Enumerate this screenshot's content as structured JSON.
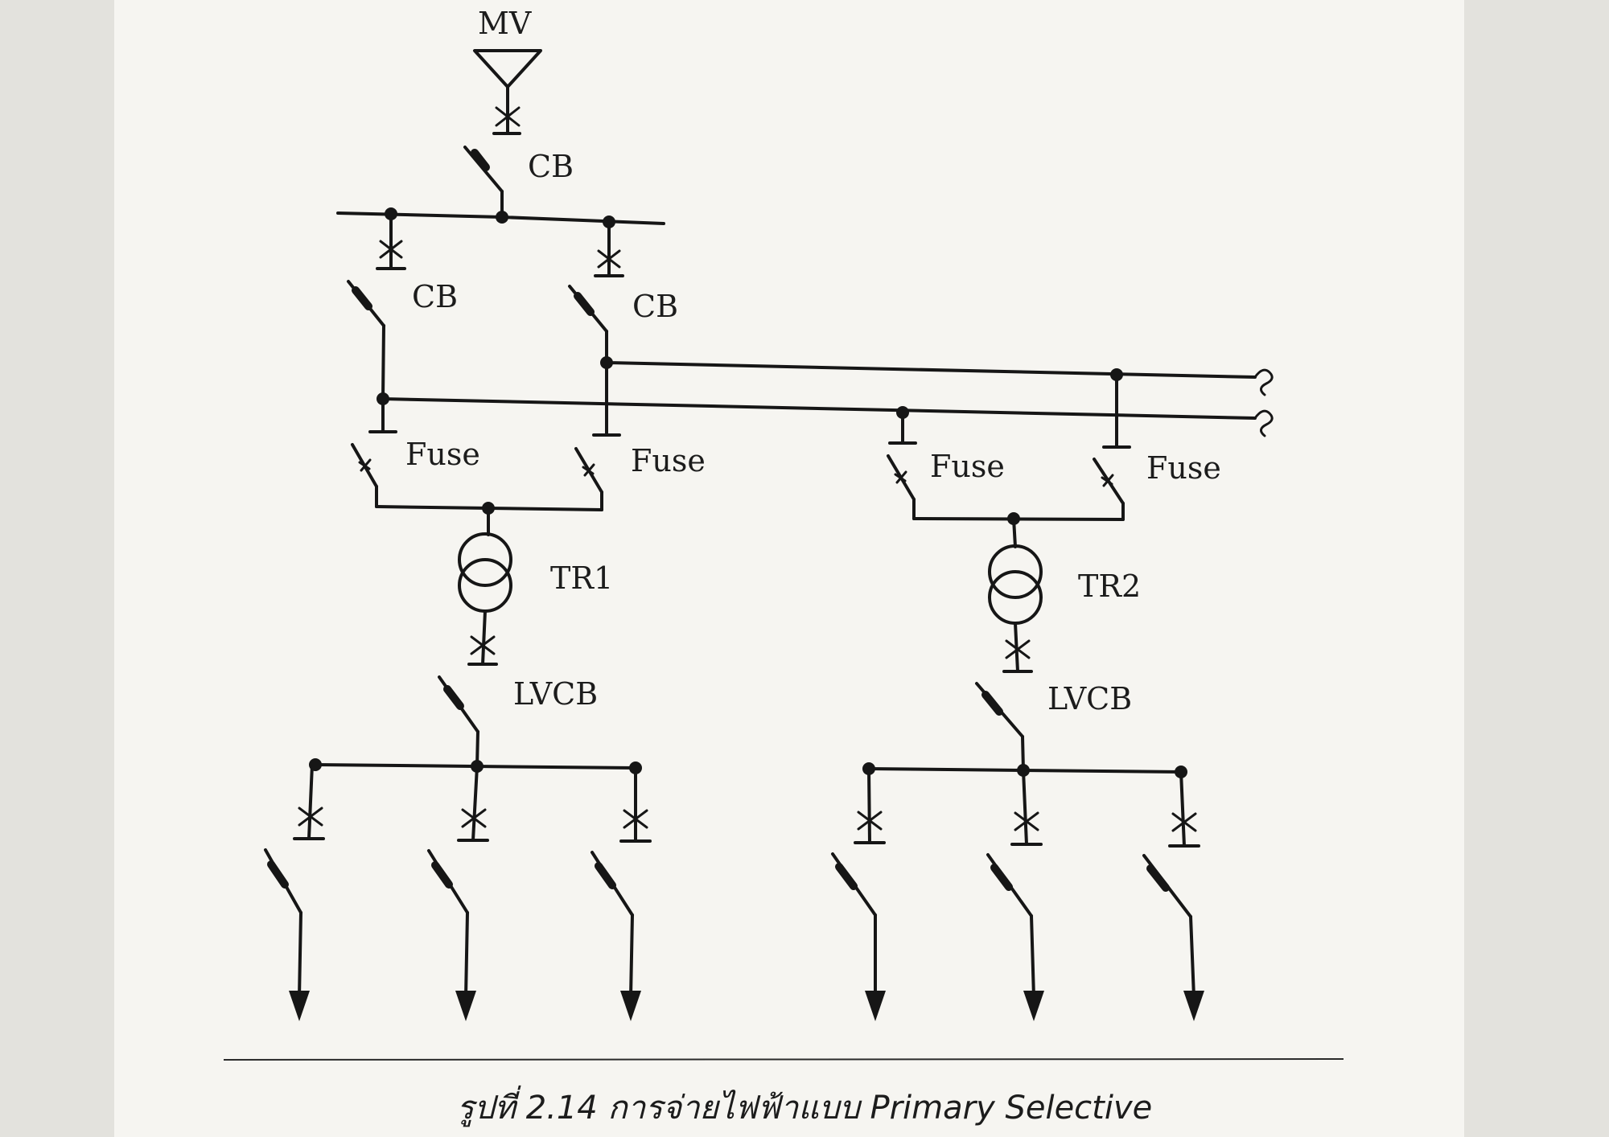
{
  "diagram": {
    "labels": {
      "mv": "MV",
      "cb_main": "CB",
      "cb_left": "CB",
      "cb_right": "CB",
      "fuse_1": "Fuse",
      "fuse_2": "Fuse",
      "fuse_3": "Fuse",
      "fuse_4": "Fuse",
      "tr1": "TR1",
      "tr2": "TR2",
      "lvcb_1": "LVCB",
      "lvcb_2": "LVCB"
    },
    "caption": "รูปที่ 2.14  การจ่ายไฟฟ้าแบบ Primary Selective"
  }
}
